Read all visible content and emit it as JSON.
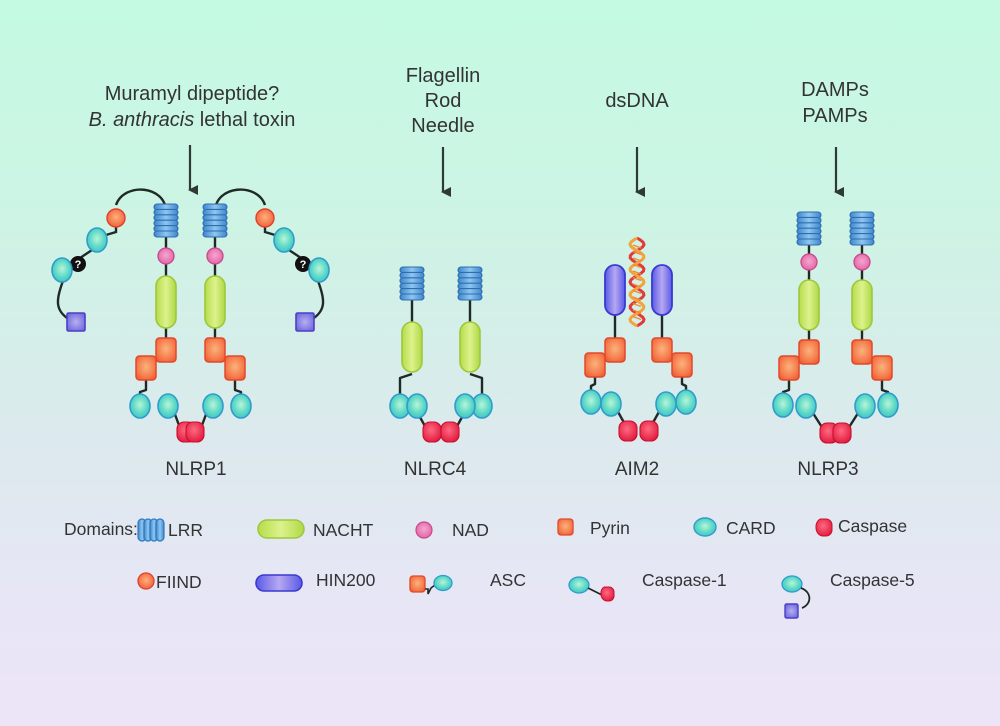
{
  "title": "Inflammasome complexes and their domains",
  "inflammasomes": [
    {
      "id": "nlrp1",
      "name": "NLRP1",
      "stimulus_lines": [
        "Muramyl dipeptide?",
        "B. anthracis lethal toxin"
      ],
      "stimulus_italic_part": "B. anthracis",
      "stimulus_rest": " lethal toxin",
      "domains_per_monomer": [
        "LRR",
        "NAD",
        "NACHT",
        "Pyrin(ASC)",
        "CARD(ASC)",
        "FIIND",
        "CARD",
        "?",
        "CARD(Caspase-5)",
        "Caspase-5"
      ],
      "unknown_marker": "?"
    },
    {
      "id": "nlrc4",
      "name": "NLRC4",
      "stimulus_lines": [
        "Flagellin",
        "Rod",
        "Needle"
      ],
      "domains_per_monomer": [
        "LRR",
        "NACHT",
        "CARD",
        "CARD",
        "Caspase"
      ]
    },
    {
      "id": "aim2",
      "name": "AIM2",
      "stimulus_lines": [
        "dsDNA"
      ],
      "domains_per_monomer": [
        "HIN200",
        "Pyrin",
        "Pyrin(ASC)",
        "CARD",
        "CARD",
        "Caspase"
      ]
    },
    {
      "id": "nlrp3",
      "name": "NLRP3",
      "stimulus_lines": [
        "DAMPs",
        "PAMPs"
      ],
      "domains_per_monomer": [
        "LRR",
        "NAD",
        "NACHT",
        "Pyrin",
        "Pyrin(ASC)",
        "CARD",
        "CARD",
        "Caspase"
      ]
    }
  ],
  "legend": {
    "heading": "Domains:",
    "items": [
      {
        "key": "lrr",
        "label": "LRR",
        "color": "#4a9ad8"
      },
      {
        "key": "nacht",
        "label": "NACHT",
        "color": "#c2e46a"
      },
      {
        "key": "nad",
        "label": "NAD",
        "color": "#e56aa8"
      },
      {
        "key": "pyrin",
        "label": "Pyrin",
        "color": "#f5764a"
      },
      {
        "key": "card",
        "label": "CARD",
        "color": "#52d8c4"
      },
      {
        "key": "caspase",
        "label": "Caspase",
        "color": "#e8204a"
      },
      {
        "key": "fiind",
        "label": "FIIND",
        "color": "#f5764a"
      },
      {
        "key": "hin200",
        "label": "HIN200",
        "color": "#5a5ae0"
      },
      {
        "key": "asc",
        "label": "ASC"
      },
      {
        "key": "caspase1",
        "label": "Caspase-1"
      },
      {
        "key": "caspase5",
        "label": "Caspase-5",
        "color": "#7a72e0"
      }
    ]
  },
  "colors": {
    "text": "#333333",
    "arrow": "#2f3a36",
    "linker": "#1f2a26",
    "dna_red": "#e03a3a",
    "dna_orange": "#f2a33a"
  }
}
